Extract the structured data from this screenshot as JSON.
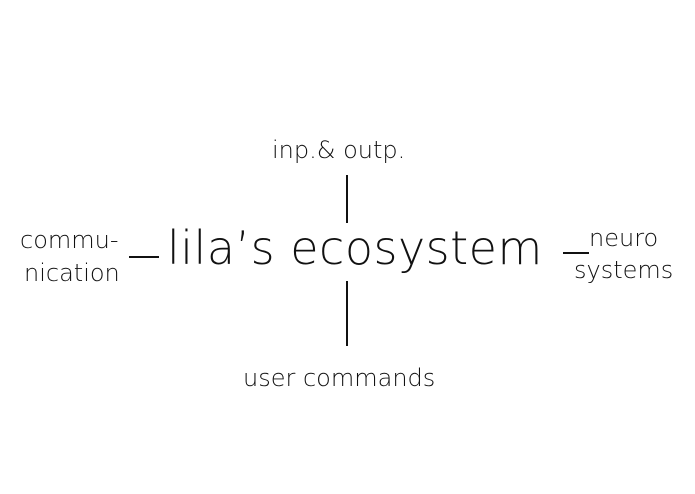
{
  "diagram": {
    "center": "lila’s ecosystem",
    "top": "inp.& outp.",
    "bottom": "user commands",
    "left": {
      "line1": "commu-",
      "line2": "nication"
    },
    "right": {
      "line1": "neuro",
      "line2": "systems"
    }
  }
}
